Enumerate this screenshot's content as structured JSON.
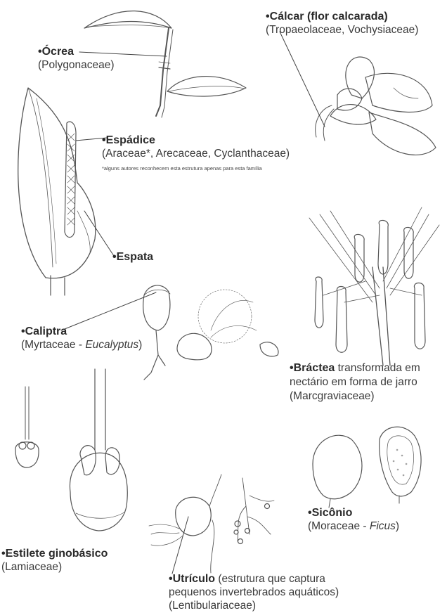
{
  "labels": {
    "ocrea": {
      "term": "Ócrea",
      "families": "(Polygonaceae)"
    },
    "calcar": {
      "term": "Cálcar (flor calcarada)",
      "families": "(Tropaeolaceae, Vochysiaceae)"
    },
    "espadice": {
      "term": "Espádice",
      "families": "(Araceae*, Arecaceae, Cyclanthaceae)",
      "note": "*alguns autores reconhecem esta estrutura apenas para esta família"
    },
    "espata": {
      "term": "Espata"
    },
    "caliptra": {
      "term": "Caliptra",
      "families_prefix": "(Myrtaceae - ",
      "families_italic": "Eucalyptus",
      "families_suffix": ")"
    },
    "bractea": {
      "term": "Bráctea",
      "rest1": " transformada em",
      "line2": "nectário em forma de jarro",
      "line3": "(Marcgraviaceae)"
    },
    "siconio": {
      "term": "Sicônio",
      "families_prefix": "(Moraceae - ",
      "families_italic": "Ficus",
      "families_suffix": ")"
    },
    "estilete": {
      "term": "Estilete ginobásico",
      "families": "(Lamiaceae)"
    },
    "utriculo": {
      "term": "Utrículo",
      "rest1": " (estrutura que captura",
      "line2": "pequenos invertebrados aquáticos)",
      "line3": "(Lentibulariaceae)"
    }
  },
  "colors": {
    "ink": "#2a2a2a",
    "line": "#555555"
  }
}
